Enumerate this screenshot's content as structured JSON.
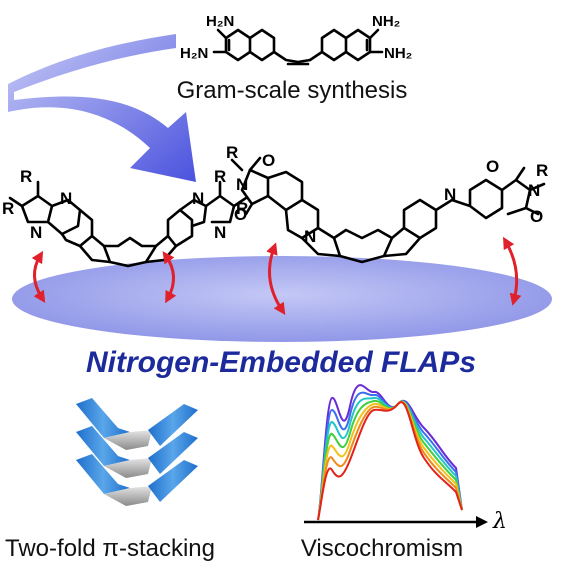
{
  "caption_top": "Gram-scale synthesis",
  "title": "Nitrogen-Embedded FLAPs",
  "caption_left": "Two-fold π-stacking",
  "caption_right": "Viscochromism",
  "axis_symbol": "λ",
  "atoms": {
    "amine": "NH₂",
    "amine_left": "H₂N",
    "n": "N",
    "o": "O",
    "r": "R"
  },
  "colors": {
    "arrow_blue": "#5b63e0",
    "disk": "#b7bdf2",
    "red_arrow": "#e0202a",
    "title": "#1c2a9c",
    "stack_blue": "#2f86d8"
  },
  "spectrum_series_colors": [
    "#6a2ad6",
    "#3b6df0",
    "#22c6c6",
    "#3fcf3f",
    "#f2c21a",
    "#f08a1a",
    "#e2231a"
  ]
}
